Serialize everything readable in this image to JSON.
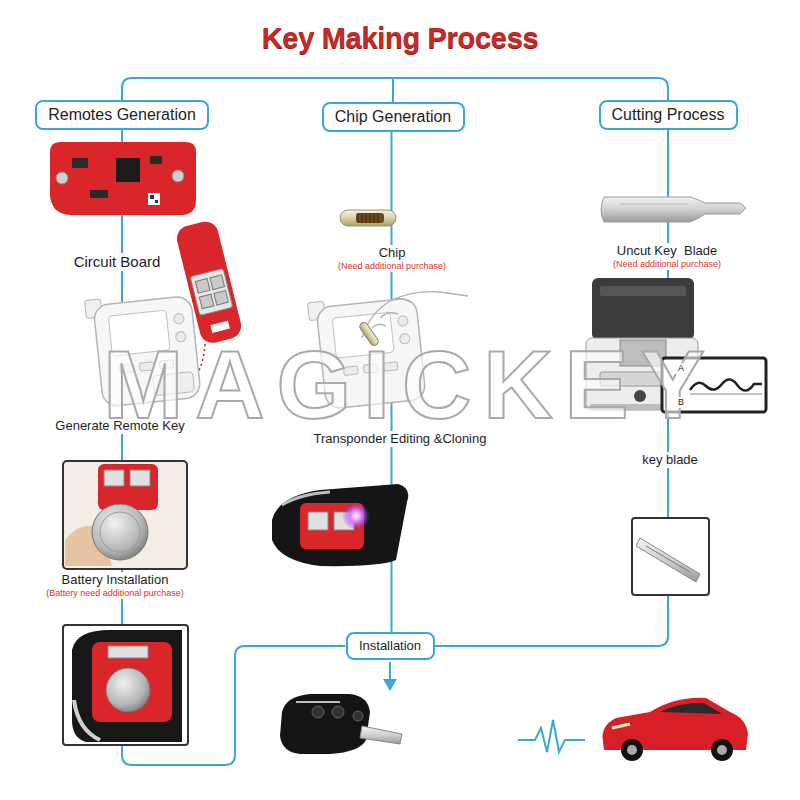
{
  "diagram": {
    "title": "Key Making Process",
    "nodes": [
      {
        "text": [
          "Remotes Generation"
        ]
      },
      {
        "text": [
          "Chip Generation"
        ]
      },
      {
        "text": [
          "Cutting Process"
        ]
      },
      {
        "text": [
          "Installation"
        ]
      }
    ],
    "edges": [
      {
        "from": 0,
        "to": 3,
        "arrow": "none"
      },
      {
        "from": 1,
        "to": 3,
        "arrow": "none"
      },
      {
        "from": 2,
        "to": 3,
        "arrow": "none"
      }
    ],
    "labels": [
      "Circuit Board",
      "Chip",
      "(Need additional purchase)",
      "Uncut Key  Blade",
      "(Need additional purchase)",
      "Generate Remote Key",
      "Transponder Editing &Cloning",
      "key blade",
      "Battery Installation",
      "(Battery need additional purchase)",
      "MAGICKEY",
      "A",
      "B"
    ]
  }
}
